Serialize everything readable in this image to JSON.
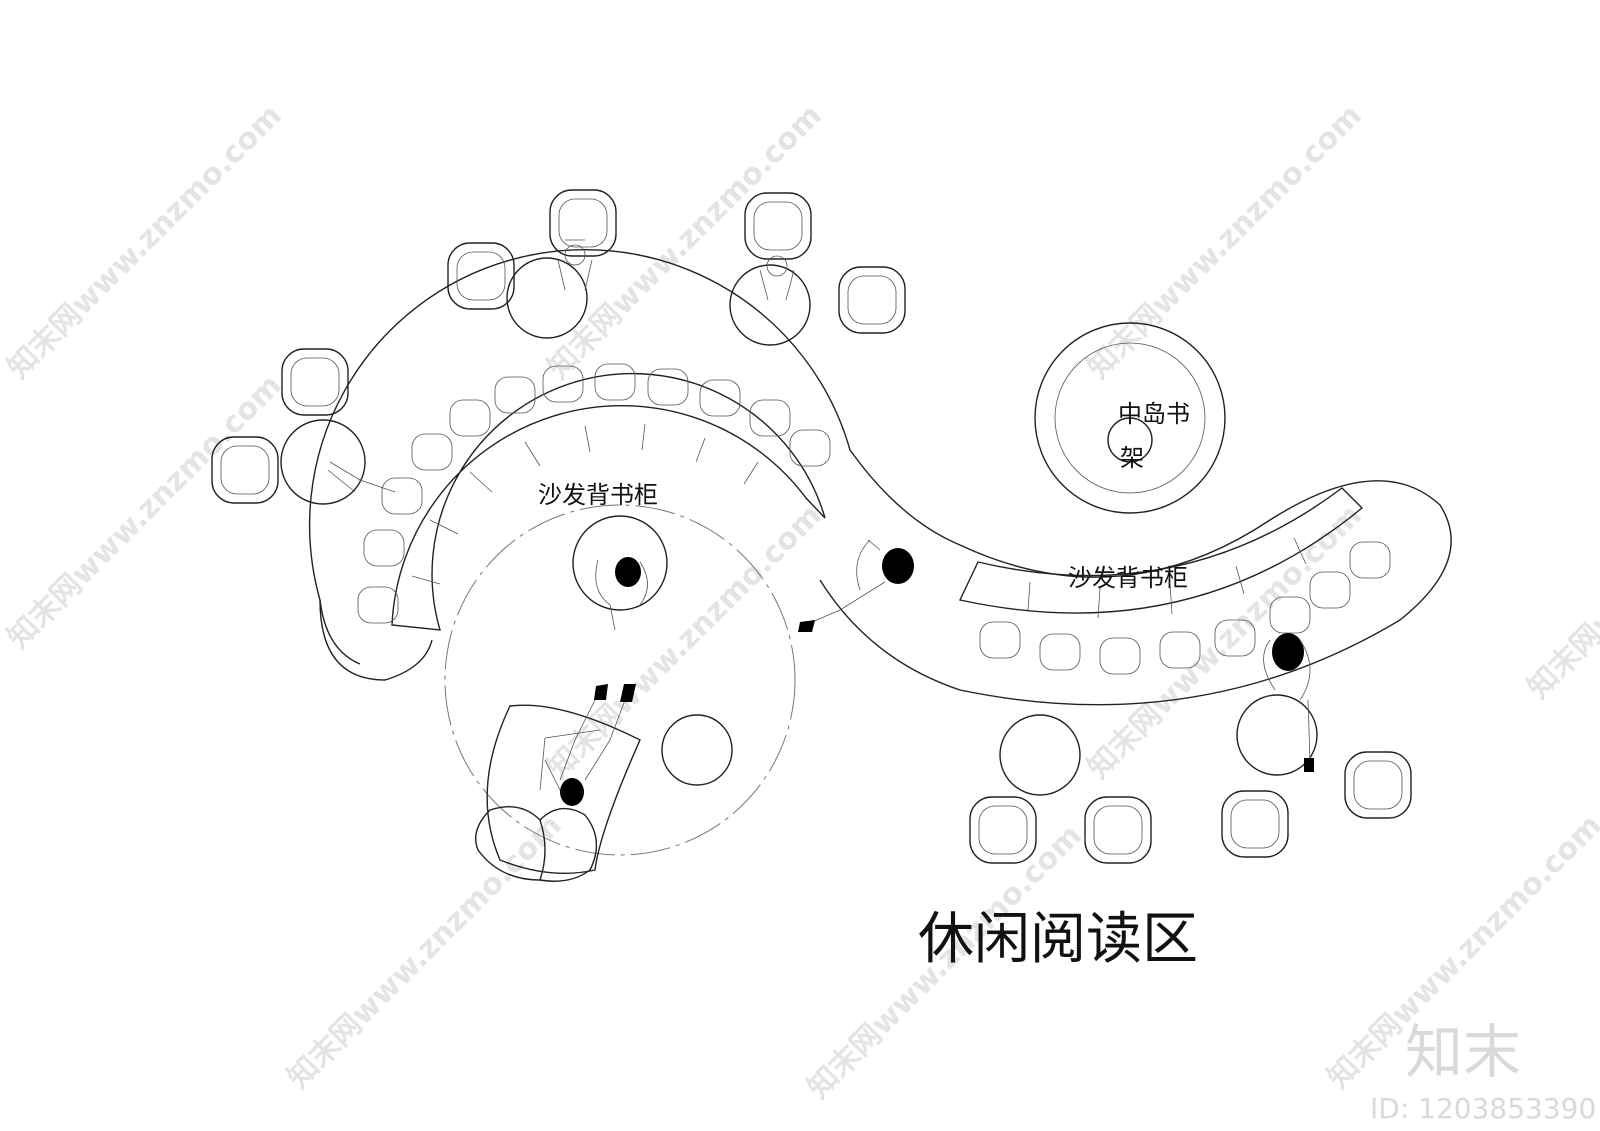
{
  "labels": {
    "sofa_shelf_left": "沙发背书柜",
    "sofa_shelf_right": "沙发背书柜",
    "island_shelf_line1": "中岛书",
    "island_shelf_line2": "架",
    "title": "休闲阅读区"
  },
  "watermark": {
    "text": "知末网www.znzmo.com",
    "brand": "知末",
    "id": "ID: 1203853390"
  },
  "icons": [
    "armchair-icon",
    "round-table-icon",
    "person-icon",
    "sofa-icon",
    "bookshelf-icon"
  ]
}
